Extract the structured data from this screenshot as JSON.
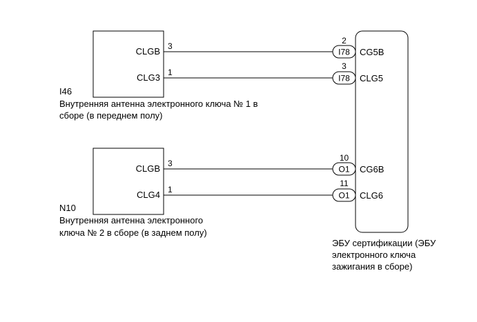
{
  "component_1": {
    "id": "I46",
    "name_line1": "Внутренняя антенна электронного ключа № 1 в",
    "name_line2": "сборе (в переднем полу)",
    "terminals": [
      {
        "label": "CLGB",
        "pin": "3"
      },
      {
        "label": "CLG3",
        "pin": "1"
      }
    ]
  },
  "component_2": {
    "id": "N10",
    "name_line1": "Внутренняя антенна электронного",
    "name_line2": "ключа № 2 в сборе (в заднем полу)",
    "terminals": [
      {
        "label": "CLGB",
        "pin": "3"
      },
      {
        "label": "CLG4",
        "pin": "1"
      }
    ]
  },
  "ecu": {
    "name_line1": "ЭБУ сертификации (ЭБУ",
    "name_line2": "электронного ключа",
    "name_line3": "зажигания в сборе)",
    "terminals": [
      {
        "label": "CG5B",
        "pin": "2",
        "connector": "I78"
      },
      {
        "label": "CLG5",
        "pin": "3",
        "connector": "I78"
      },
      {
        "label": "CG6B",
        "pin": "10",
        "connector": "O1"
      },
      {
        "label": "CLG6",
        "pin": "11",
        "connector": "O1"
      }
    ]
  },
  "colors": {
    "line": "#000000",
    "background": "#ffffff"
  }
}
